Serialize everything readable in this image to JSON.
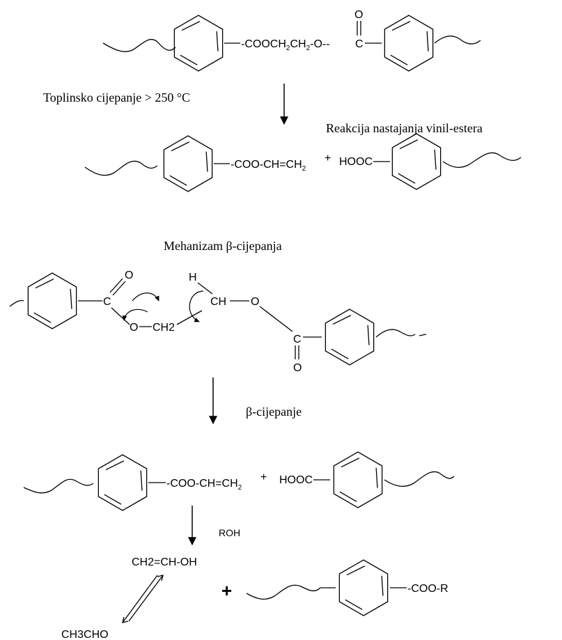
{
  "labels": {
    "thermal_cleavage": "Toplinsko cijepanje > 250 °C",
    "vinyl_ester_reaction": "Reakcija nastajanja vinil-estera",
    "mechanism_title": "Mehanizam β-cijepanja",
    "beta_cleavage": "β-cijepanje",
    "roh": "ROH"
  },
  "polymer": {
    "linker_left": "-COOCH",
    "sub2": "2",
    "linker_mid": "CH",
    "linker_tail": "-O-",
    "dashes": "-",
    "carbonyl_c": "C",
    "carbonyl_o": "O"
  },
  "products1": {
    "vinyl_ester": "-COO-CH=CH",
    "sub2": "2",
    "plus": "+",
    "acid": "HOOC"
  },
  "mechanism": {
    "c_left": "C",
    "o_left": "O",
    "o_ester": "O",
    "ch2": "CH2",
    "h": "H",
    "ch": "CH",
    "o_bridge": "O",
    "c_right": "C",
    "o_right": "O"
  },
  "products2": {
    "vinyl_ester": "-COO-CH=CH",
    "sub2": "2",
    "plus": "+",
    "acid": "HOOC"
  },
  "final": {
    "vinyl_alcohol": "CH2=CH-OH",
    "plus": "+",
    "ester": "-COO-R",
    "acetaldehyde": "CH3CHO"
  },
  "colors": {
    "ink": "#000000",
    "background": "#ffffff"
  }
}
